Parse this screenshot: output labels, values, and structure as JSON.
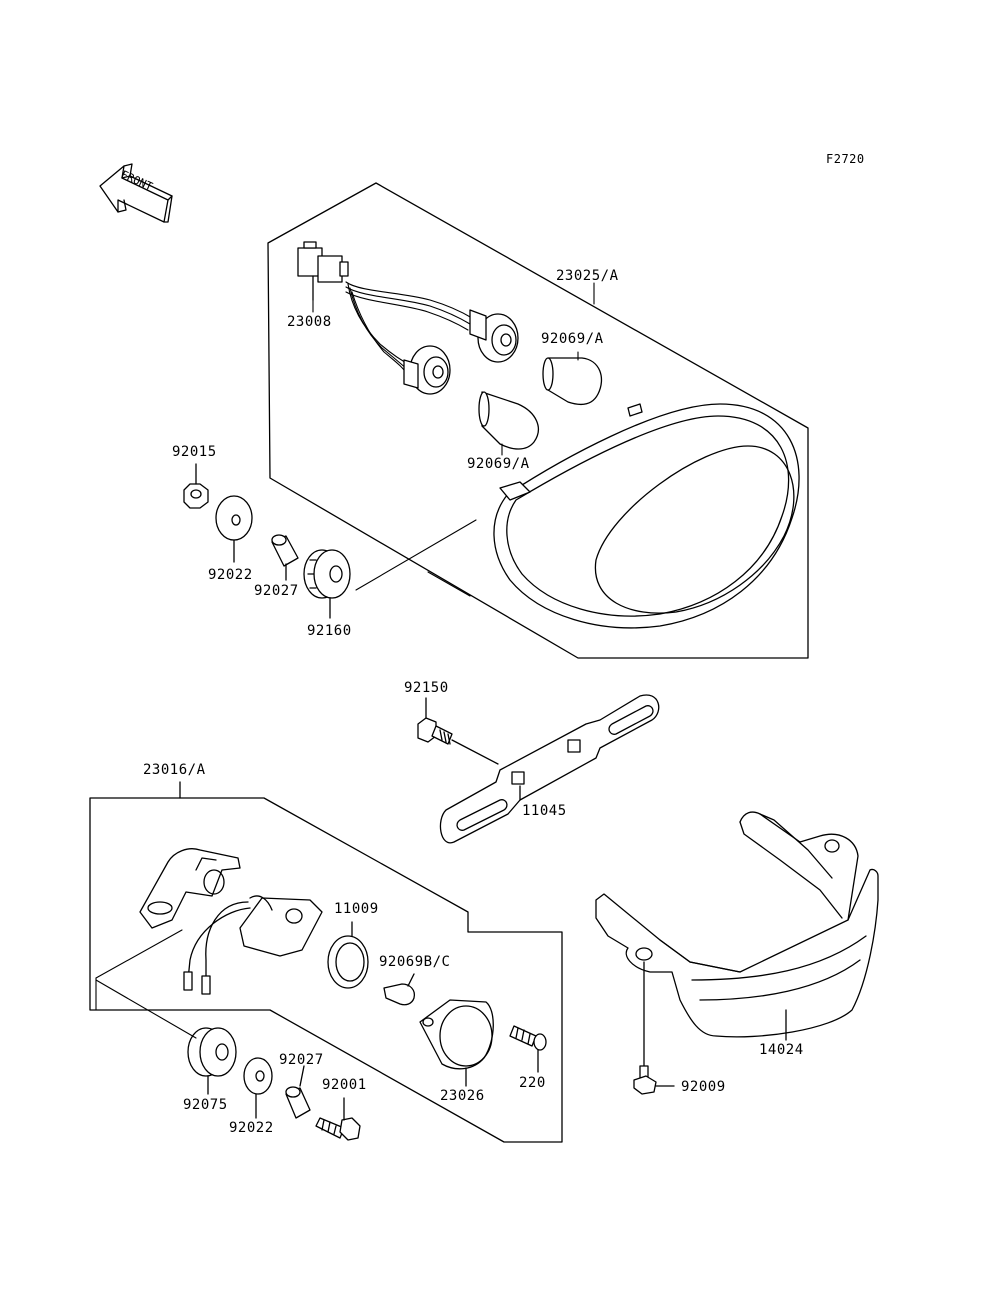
{
  "diagram": {
    "figure_code": "F2720",
    "front_arrow_label": "FRONT",
    "part_labels": {
      "p23025A": "23025/A",
      "p23008": "23008",
      "p92069A_top": "92069/A",
      "p92069A_bottom": "92069/A",
      "p92015": "92015",
      "p92022_top": "92022",
      "p92027_top": "92027",
      "p92160": "92160",
      "p92150": "92150",
      "p11045": "11045",
      "p23016A": "23016/A",
      "p11009": "11009",
      "p92069BC": "92069B/C",
      "p220": "220",
      "p23026": "23026",
      "p92075": "92075",
      "p92022_bottom": "92022",
      "p92027_bottom": "92027",
      "p92001": "92001",
      "p14024": "14024",
      "p92009": "92009"
    }
  }
}
